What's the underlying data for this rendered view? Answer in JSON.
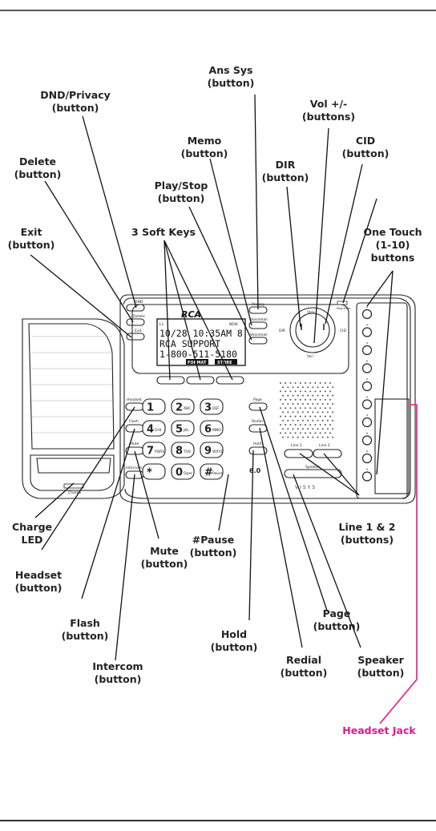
{
  "labels": {
    "ans_sys": [
      "Ans Sys",
      "(button)"
    ],
    "vol": [
      "Vol +/-",
      "(buttons)"
    ],
    "dnd": [
      "DND/Privacy",
      "(button)"
    ],
    "memo": [
      "Memo",
      "(button)"
    ],
    "cid": [
      "CID",
      "(button)"
    ],
    "delete": [
      "Delete",
      "(button)"
    ],
    "dir": [
      "DIR",
      "(button)"
    ],
    "play_stop": [
      "Play/Stop",
      "(button)"
    ],
    "exit": [
      "Exit",
      "(button)"
    ],
    "soft_keys": [
      "3 Soft Keys"
    ],
    "one_touch": [
      "One Touch",
      "(1-10)",
      "buttons"
    ],
    "charge_led": [
      "Charge",
      "LED"
    ],
    "headset": [
      "Headset",
      "(button)"
    ],
    "mute": [
      "Mute",
      "(button)"
    ],
    "pause": [
      "#Pause",
      "(button)"
    ],
    "line12": [
      "Line 1 & 2",
      "(buttons)"
    ],
    "flash": [
      "Flash",
      "(button)"
    ],
    "page": [
      "Page",
      "(button)"
    ],
    "hold": [
      "Hold",
      "(button)"
    ],
    "intercom": [
      "Intercom",
      "(button)"
    ],
    "redial": [
      "Redial",
      "(button)"
    ],
    "speaker": [
      "Speaker",
      "(button)"
    ],
    "headset_jack": [
      "Headset Jack"
    ]
  },
  "device": {
    "logo": "RCA",
    "brand": "VISYS",
    "lcd_top_left": "L1",
    "lcd_top_right": "NEW",
    "lcd_line1": "10/28 10:35AM 8",
    "lcd_line2": "RCA SUPPORT",
    "lcd_line3": "1-800-511-5180",
    "softkey_labels": [
      "FORMAT",
      "STORE"
    ],
    "nav_labels": [
      "Vol+",
      "DIR",
      "CID",
      "Vol -"
    ],
    "left_buttons": [
      "DND",
      "Delete",
      "Exit"
    ],
    "right_buttons": [
      "Privacy",
      "Voicemail",
      "Voicemail"
    ],
    "keypad_side_left": [
      "Headset",
      "Flash",
      "Mute",
      "Intercom"
    ],
    "keypad_side_right": [
      "Page",
      "Redial",
      "Hold"
    ],
    "charge_label": "Charge",
    "line_buttons": [
      "Line 1",
      "Line 2"
    ],
    "speaker_label": "Speaker",
    "msg_label": "Msg 9Ghz",
    "dect_label": "6.0",
    "keys": [
      {
        "main": "1",
        "sub": ""
      },
      {
        "main": "2",
        "sub": "ABC"
      },
      {
        "main": "3",
        "sub": "DEF"
      },
      {
        "main": "4",
        "sub": "GHI"
      },
      {
        "main": "5",
        "sub": "JKL"
      },
      {
        "main": "6",
        "sub": "MNO"
      },
      {
        "main": "7",
        "sub": "PQRS"
      },
      {
        "main": "8",
        "sub": "TUV"
      },
      {
        "main": "9",
        "sub": "WXYZ"
      },
      {
        "main": "*",
        "sub": ""
      },
      {
        "main": "0",
        "sub": "Oper"
      },
      {
        "main": "#",
        "sub": "Pause"
      }
    ]
  }
}
